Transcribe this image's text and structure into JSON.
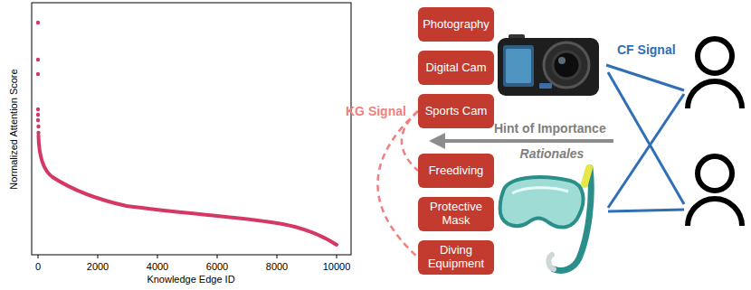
{
  "diagram": {
    "nodes": [
      {
        "text": [
          "Photography"
        ]
      },
      {
        "text": [
          "Digital Cam"
        ]
      },
      {
        "text": [
          "Sports Cam"
        ]
      },
      {
        "text": [
          "Freediving"
        ]
      },
      {
        "text": [
          "Protective Mask"
        ]
      },
      {
        "text": [
          "Diving Equipment"
        ]
      }
    ],
    "edges": [
      {
        "from": 2,
        "to": 3,
        "arrow": "none"
      },
      {
        "from": 2,
        "to": 5,
        "arrow": "none"
      }
    ],
    "labels": [
      "0",
      "2000",
      "4000",
      "6000",
      "8000",
      "10000",
      "Knowledge Edge ID",
      "Normalized Attention Score",
      "KG Signal",
      "CF Signal",
      "Hint of Importance",
      "Rationales"
    ]
  }
}
